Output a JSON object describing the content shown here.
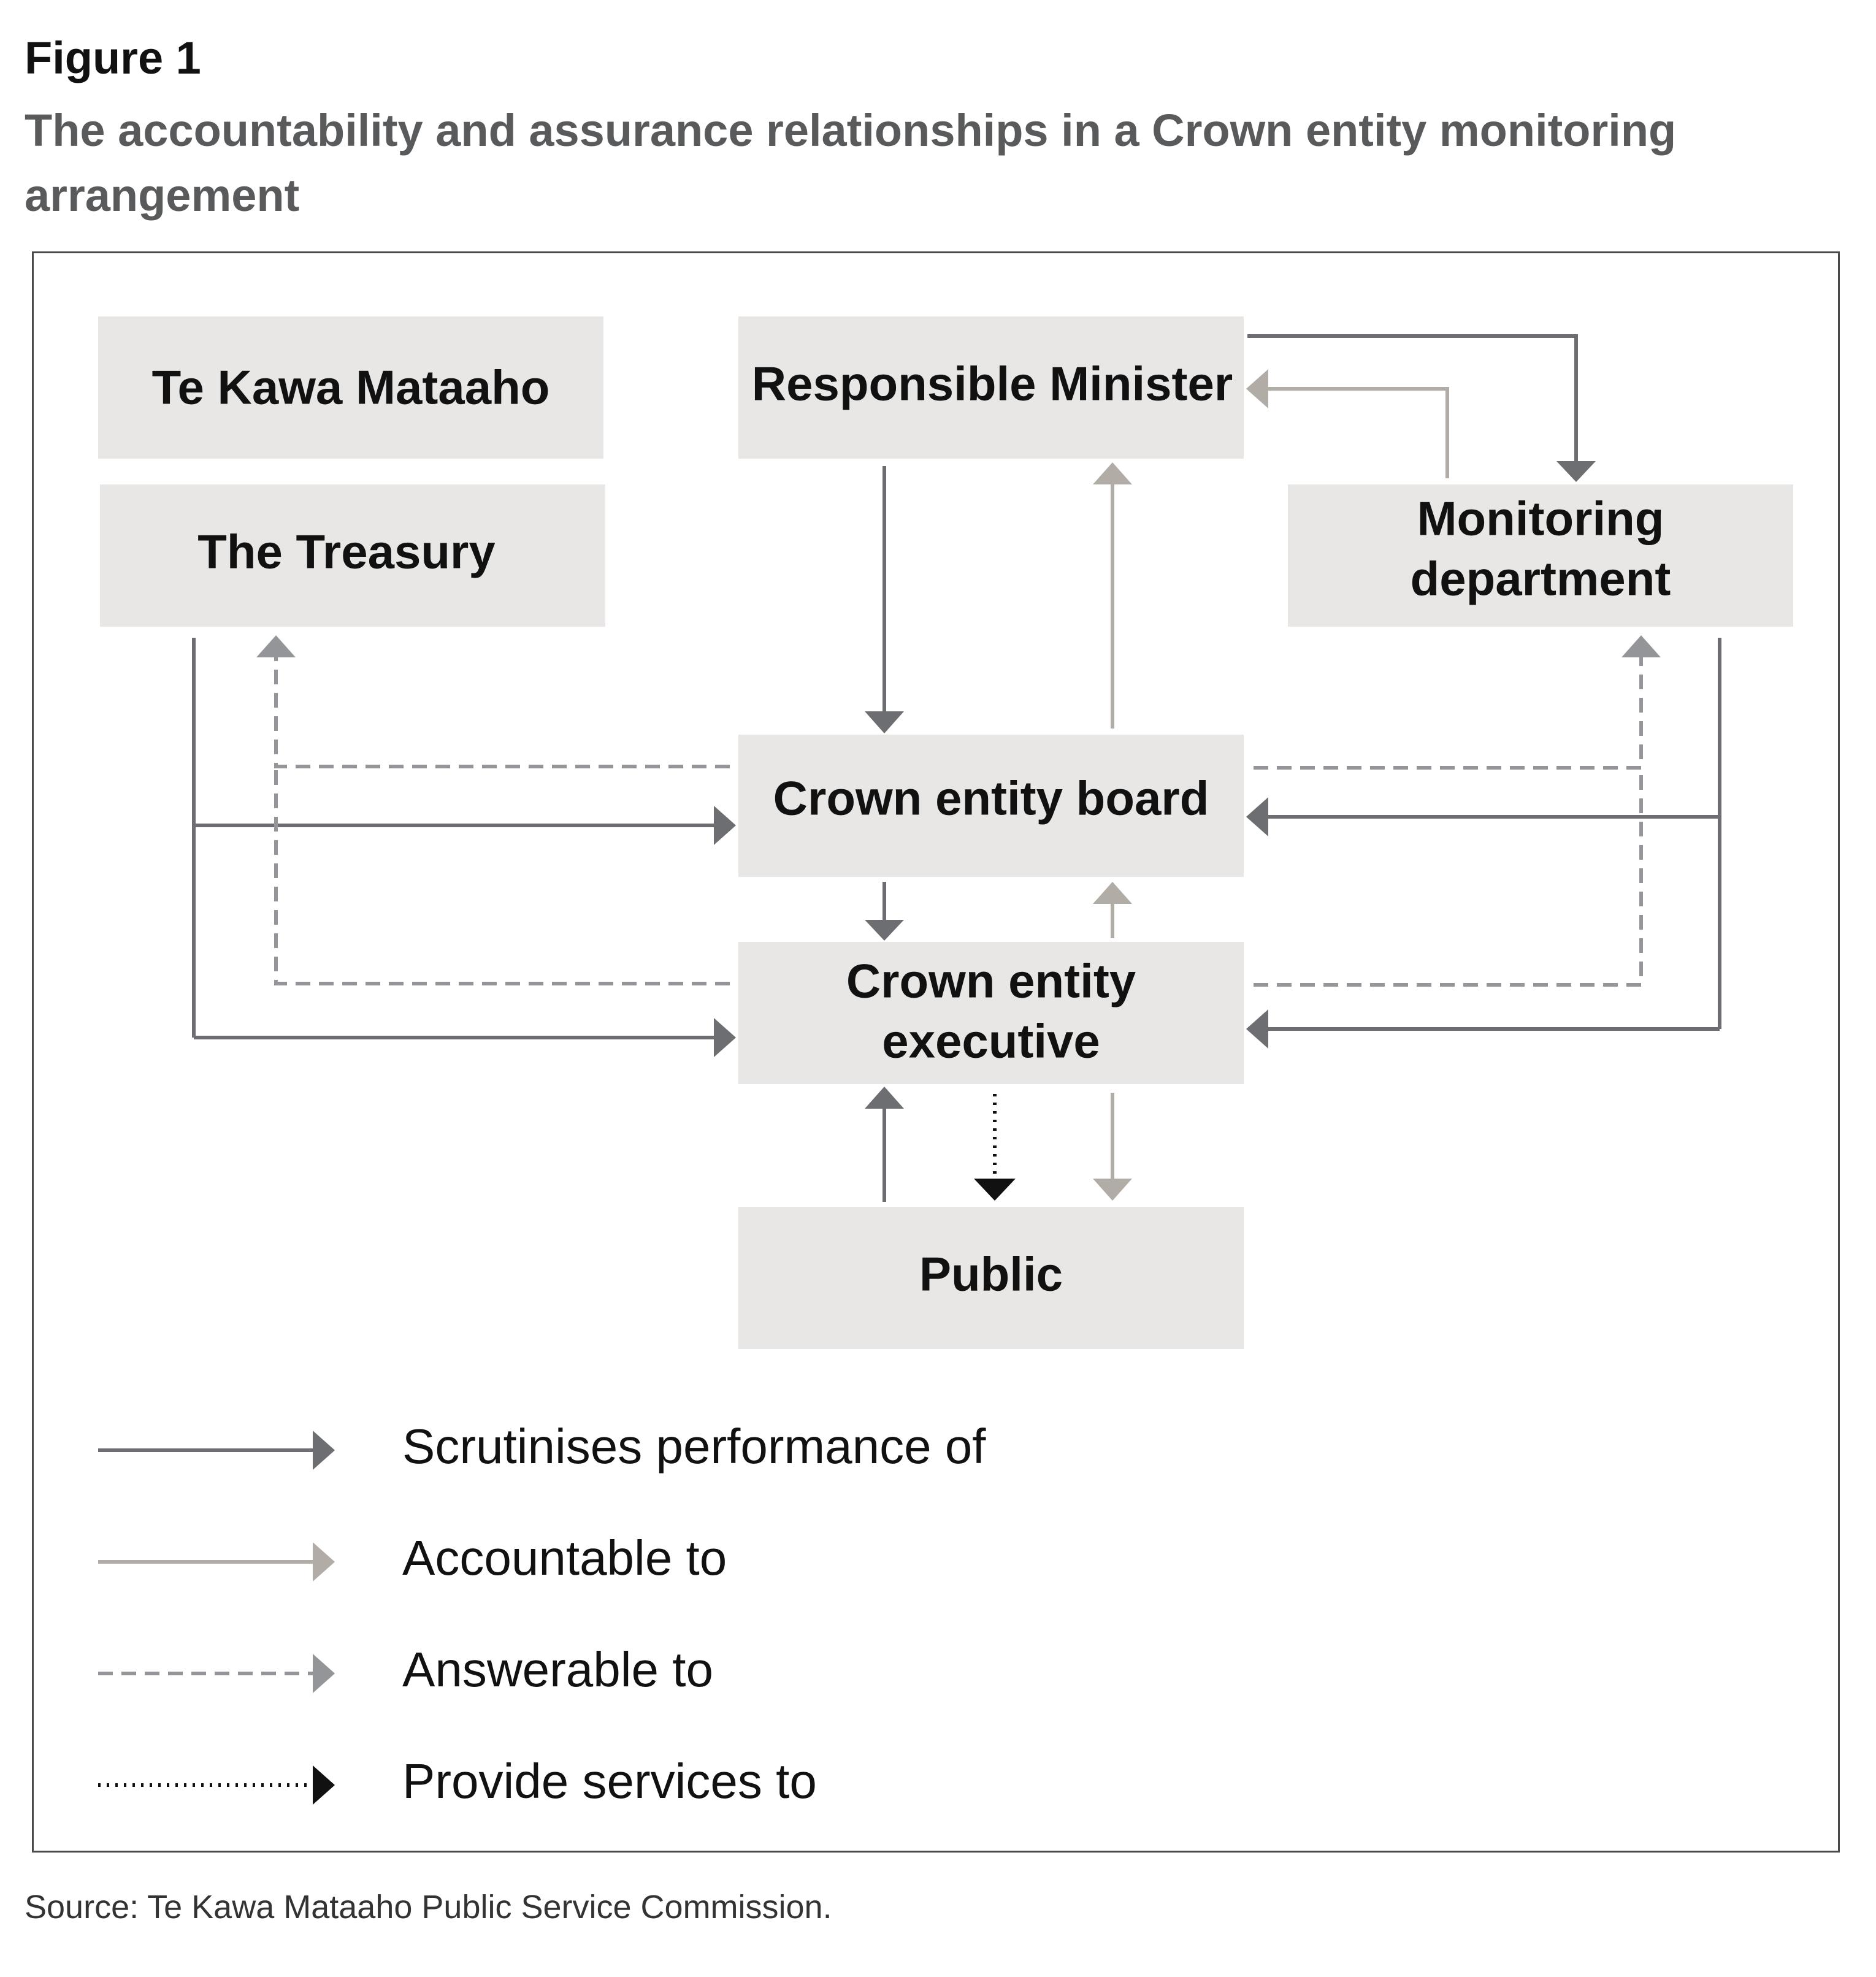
{
  "header": {
    "figure_label": "Figure 1",
    "title": "The accountability and assurance relationships in a Crown entity monitoring arrangement"
  },
  "nodes": {
    "te_kawa_mataaho": "Te Kawa Mataaho",
    "treasury": "The Treasury",
    "minister": "Responsible Minister",
    "monitoring_line1": "Monitoring",
    "monitoring_line2": "department",
    "board": "Crown entity board",
    "executive_line1": "Crown entity",
    "executive_line2": "executive",
    "public": "Public"
  },
  "legend": [
    {
      "label": "Scrutinises performance of"
    },
    {
      "label": "Accountable to"
    },
    {
      "label": "Answerable to"
    },
    {
      "label": "Provide services to"
    }
  ],
  "colors": {
    "scrutinises": "#6d6e71",
    "accountable": "#b1aca6",
    "answerable": "#939598",
    "services": "#111111",
    "box_fill": "#e8e7e5"
  },
  "source": "Source: Te Kawa Mataaho Public Service Commission."
}
